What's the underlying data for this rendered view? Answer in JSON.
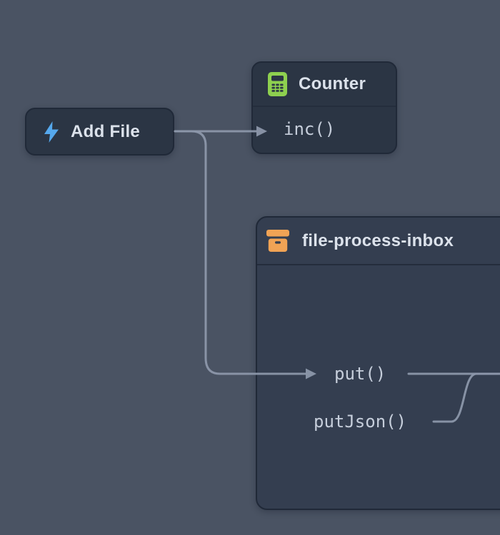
{
  "canvas": {
    "background": "#4A5363"
  },
  "colors": {
    "node_fill": "#2B3544",
    "container_node_fill": "#343E50",
    "node_border": "#202938",
    "divider": "#242D3C",
    "title_text": "#DCE2EB",
    "method_text": "#C6CEDB",
    "edge": "#8C97AA",
    "bolt_icon": "#55A8ED",
    "calculator_icon": "#8ED04F",
    "archive_box_icon": "#F0A355"
  },
  "nodes": {
    "add_file": {
      "label": "Add File",
      "icon": "bolt-icon"
    },
    "counter": {
      "title": "Counter",
      "icon": "calculator-icon",
      "methods": [
        {
          "label": "inc()"
        }
      ]
    },
    "inbox": {
      "title": "file-process-inbox",
      "icon": "archive-box-icon",
      "methods": [
        {
          "label": "put()"
        },
        {
          "label": "putJson()"
        }
      ]
    }
  },
  "edges": [
    {
      "from": "Add File",
      "to": "Counter.inc()"
    },
    {
      "from": "Add File",
      "to": "file-process-inbox.put()"
    },
    {
      "from": "file-process-inbox.put()",
      "to": "offscreen-right"
    },
    {
      "from": "file-process-inbox.putJson()",
      "to": "offscreen-right"
    }
  ]
}
